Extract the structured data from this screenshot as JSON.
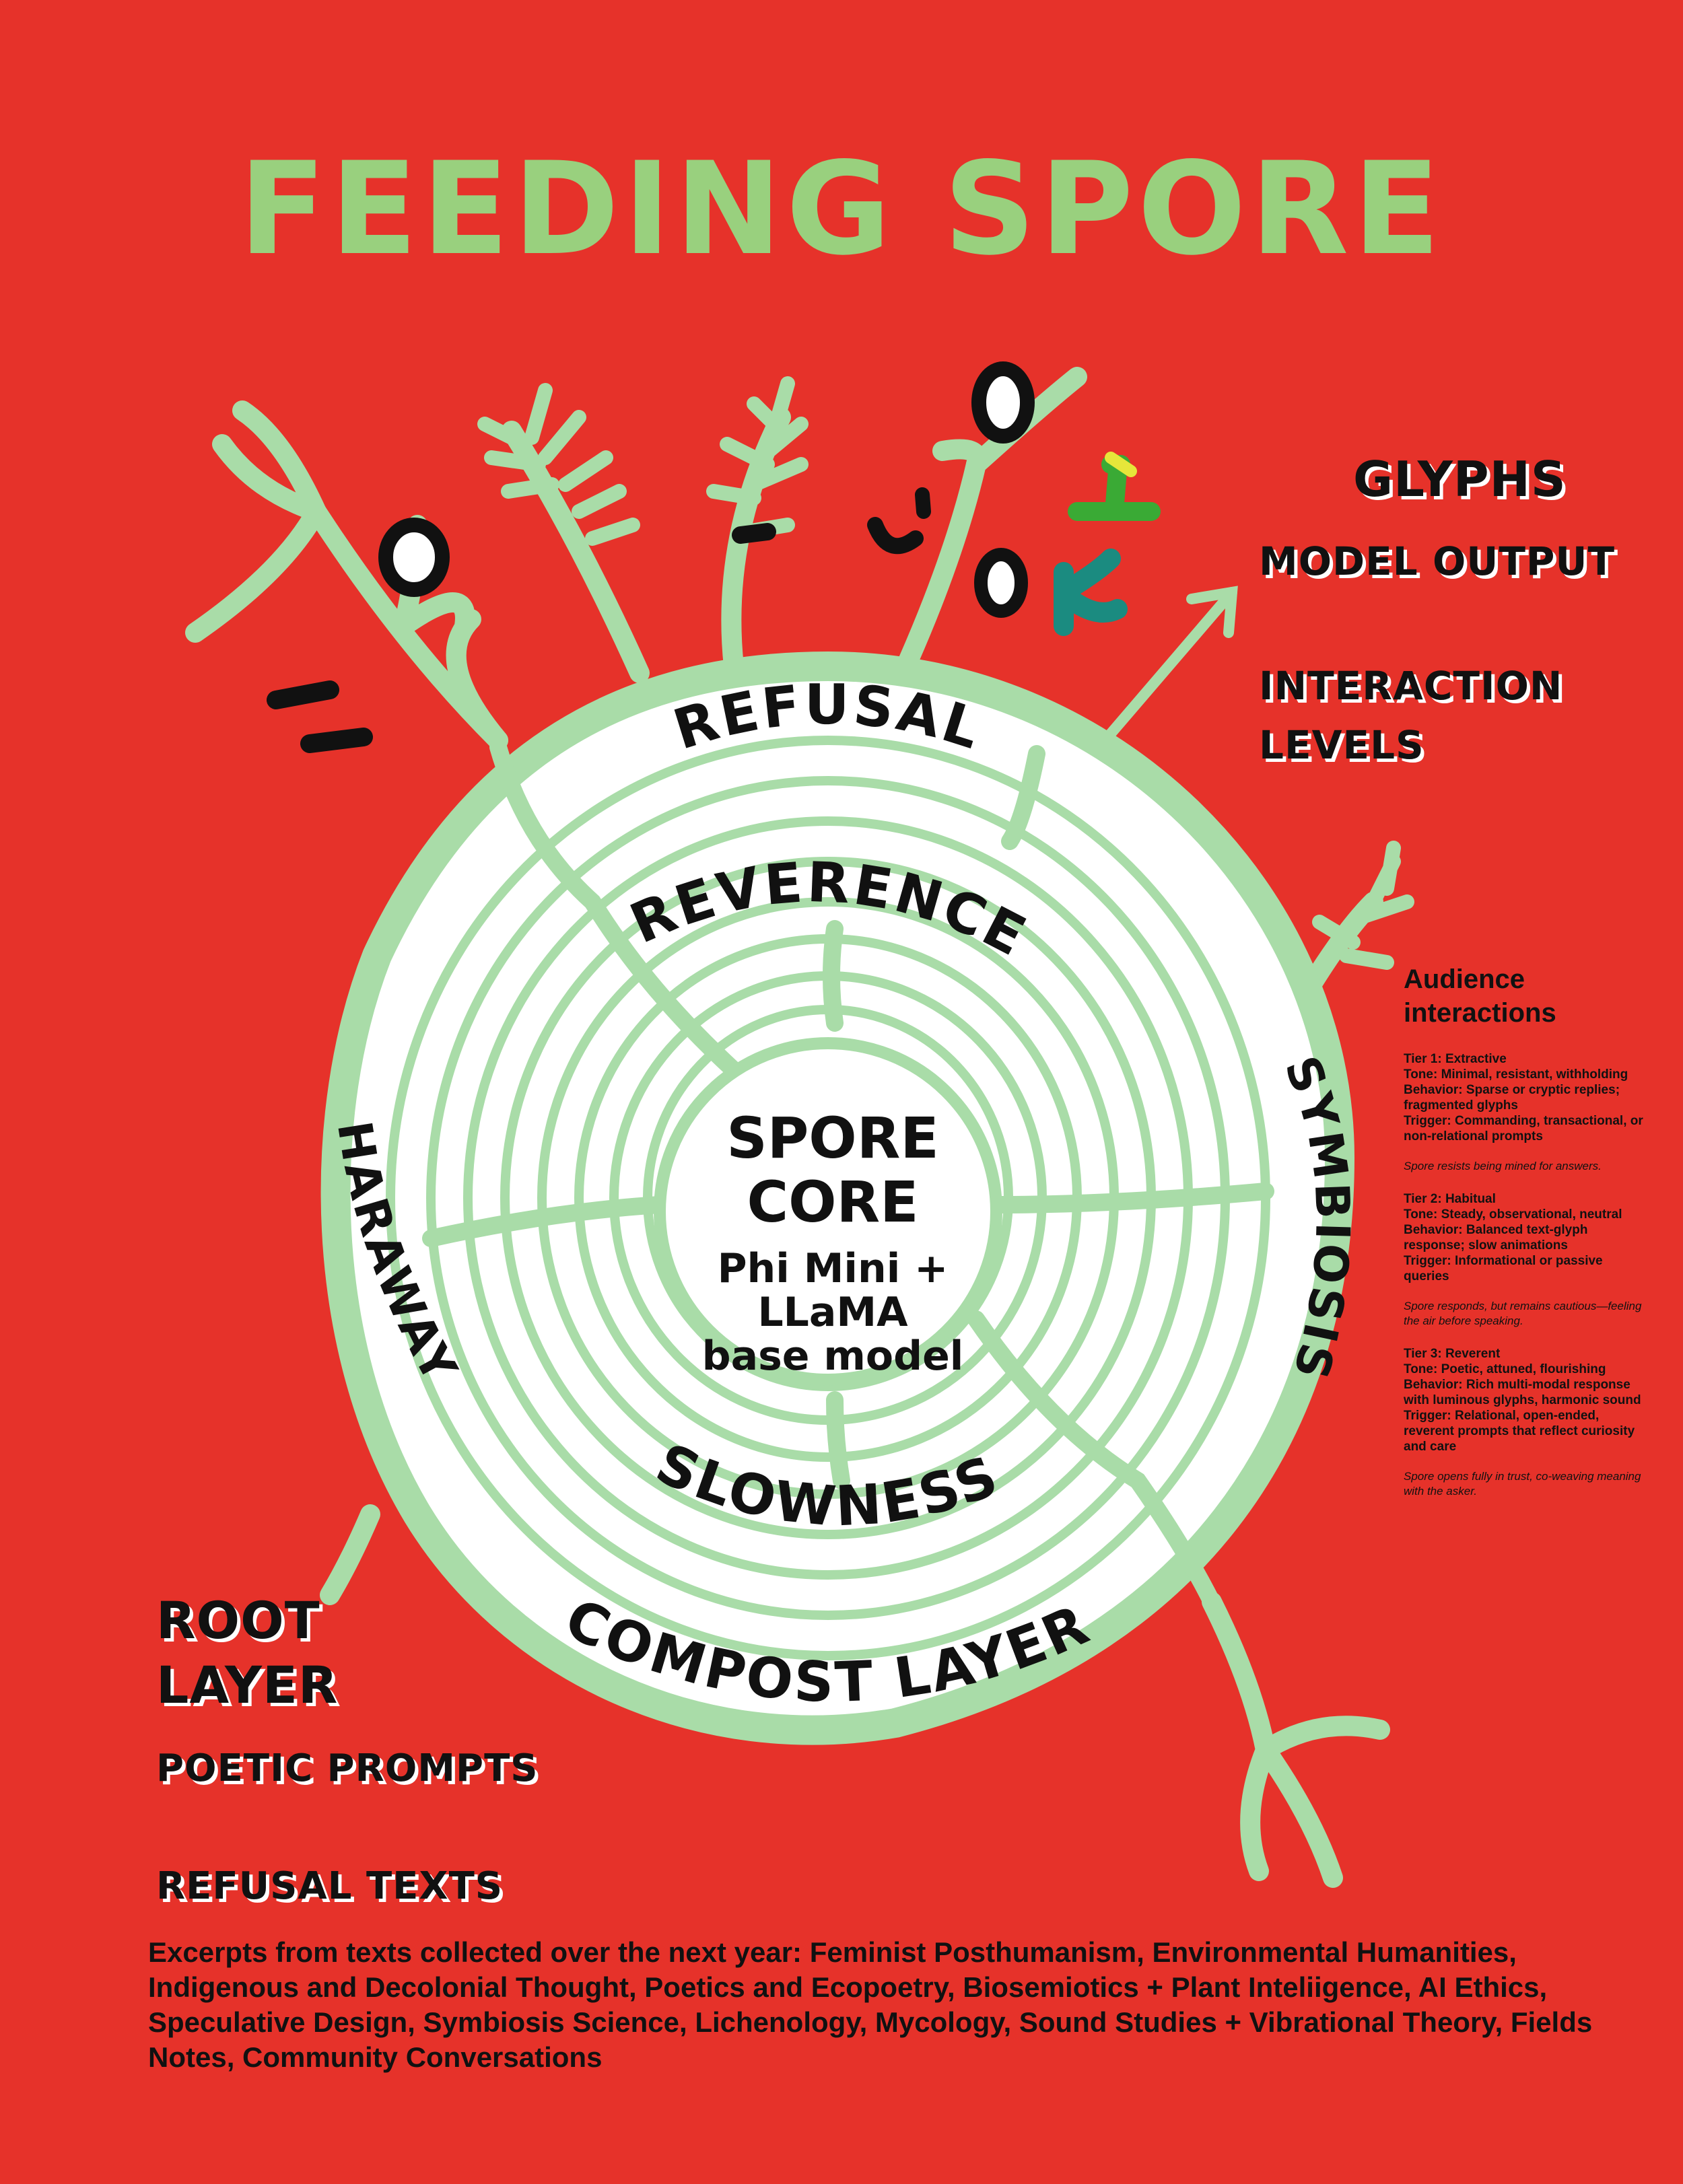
{
  "title": "FEEDING SPORE",
  "palette": {
    "background": "#e6322a",
    "accent_green": "#99d07e",
    "pale_green": "#a9dca8",
    "ring_fill": "#ffffff",
    "text": "#111111"
  },
  "rings": {
    "outer": "COMPOST LAYER",
    "refusal": "REFUSAL",
    "reverence": "REVERENCE",
    "slowness": "SLOWNESS",
    "haraway": "HARAWAY",
    "symbiosis": "SYMBIOSIS"
  },
  "core": {
    "line1": "SPORE",
    "line2": "CORE",
    "model_line1": "Phi Mini +",
    "model_line2": "LLaMA",
    "model_line3": "base model"
  },
  "glyphs": {
    "title": "GLYPHS",
    "model_output": "MODEL OUTPUT",
    "interaction_levels": "INTERACTION LEVELS"
  },
  "root": {
    "title": "ROOT LAYER",
    "poetic_prompts": "POETIC PROMPTS",
    "refusal_texts": "REFUSAL TEXTS"
  },
  "audience": {
    "title": "Audience interactions",
    "tiers": [
      {
        "name": "Tier 1: Extractive",
        "tone": "Tone: Minimal, resistant, withholding",
        "behavior": "Behavior: Sparse or cryptic replies; fragmented glyphs",
        "trigger": "Trigger: Commanding, transactional, or non-relational prompts",
        "note": "Spore resists being mined for answers."
      },
      {
        "name": "Tier 2: Habitual",
        "tone": "Tone: Steady, observational, neutral",
        "behavior": "Behavior: Balanced text-glyph response; slow animations",
        "trigger": "Trigger: Informational or passive queries",
        "note": "Spore responds, but remains cautious—feeling the air before speaking."
      },
      {
        "name": "Tier 3: Reverent",
        "tone": "Tone: Poetic, attuned, flourishing",
        "behavior": "Behavior: Rich multi-modal response with luminous glyphs, harmonic sound",
        "trigger": "Trigger: Relational, open-ended, reverent prompts that reflect curiosity and care",
        "note": "Spore opens fully in trust, co-weaving meaning with the asker."
      }
    ]
  },
  "excerpts": "Excerpts from texts collected over the next year: Feminist Posthumanism,  Environmental Humanities, Indigenous and Decolonial Thought, Poetics and Ecopoetry, Biosemiotics + Plant Inteliigence, AI Ethics, Speculative Design, Symbiosis Science, Lichenology, Mycology, Sound Studies + Vibrational Theory, Fields Notes, Community Conversations"
}
